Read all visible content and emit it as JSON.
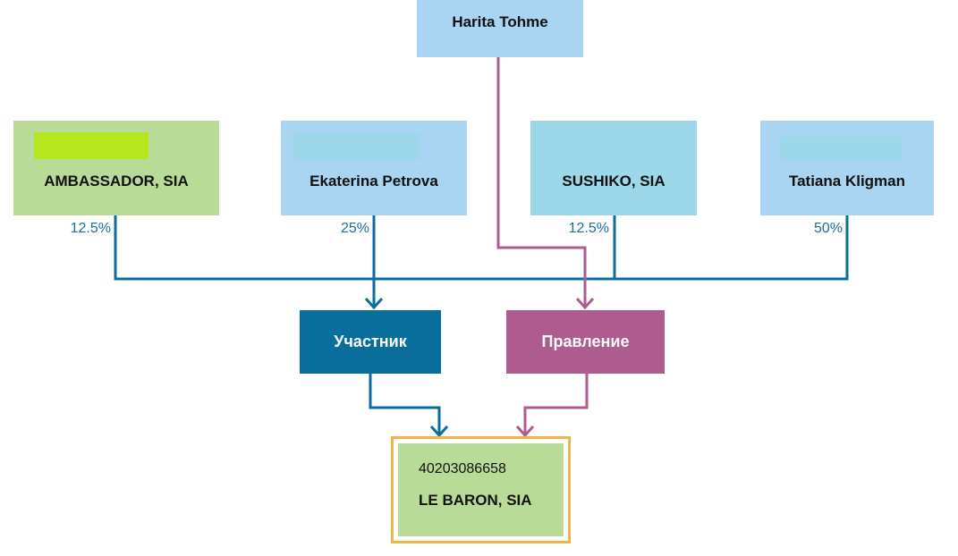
{
  "diagram": {
    "top_person": {
      "name": "Harita Tohme"
    },
    "owners": [
      {
        "name": "AMBASSADOR, SIA",
        "share": "12.5%"
      },
      {
        "name": "Ekaterina Petrova",
        "share": "25%"
      },
      {
        "name": "SUSHIKO, SIA",
        "share": "12.5%"
      },
      {
        "name": "Tatiana Kligman",
        "share": "50%"
      }
    ],
    "roles": {
      "member": "Участник",
      "board": "Правление"
    },
    "target": {
      "code": "40203086658",
      "name": "LE BARON, SIA"
    }
  },
  "colors": {
    "member_line": "#0a6e9c",
    "board_line": "#ae5c8f",
    "node_blue": "#a9d4f2",
    "node_cyan": "#9cd8e9",
    "node_green": "#b9db98",
    "target_border": "#f2b34a",
    "redaction_green": "#b6e61d"
  }
}
